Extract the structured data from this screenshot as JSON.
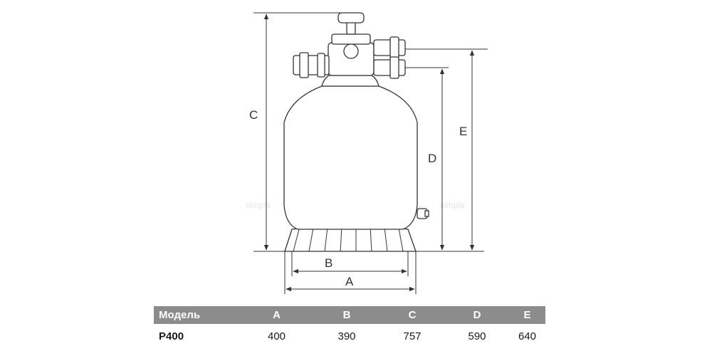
{
  "drawing": {
    "dimension_labels": {
      "a": "A",
      "b": "B",
      "c": "C",
      "d": "D",
      "e": "E"
    },
    "watermark": "simpla",
    "line_color": "#333333"
  },
  "table": {
    "header_color": "#8c8c8c",
    "columns": [
      "Модель",
      "A",
      "B",
      "C",
      "D",
      "E"
    ],
    "rows": [
      [
        "P400",
        "400",
        "390",
        "757",
        "590",
        "640"
      ]
    ]
  }
}
